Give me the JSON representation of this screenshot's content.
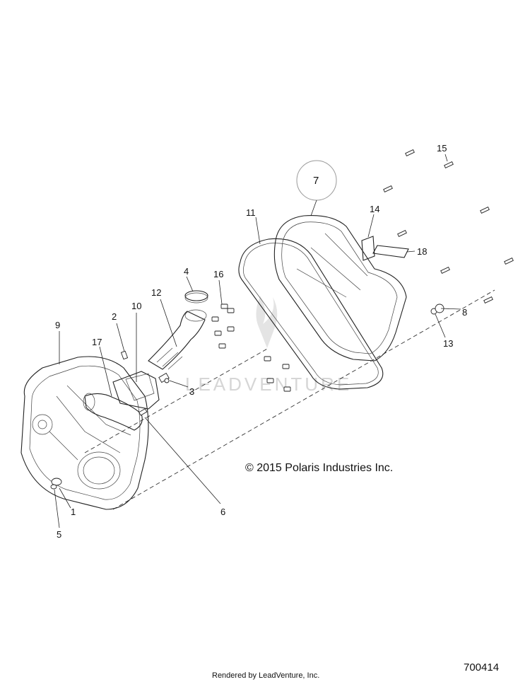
{
  "callouts": [
    {
      "id": "c1",
      "label": "1"
    },
    {
      "id": "c2",
      "label": "2"
    },
    {
      "id": "c3",
      "label": "3"
    },
    {
      "id": "c4",
      "label": "4"
    },
    {
      "id": "c5",
      "label": "5"
    },
    {
      "id": "c6",
      "label": "6"
    },
    {
      "id": "c7",
      "label": "7"
    },
    {
      "id": "c8",
      "label": "8"
    },
    {
      "id": "c9",
      "label": "9"
    },
    {
      "id": "c10",
      "label": "10"
    },
    {
      "id": "c11",
      "label": "11"
    },
    {
      "id": "c12",
      "label": "12"
    },
    {
      "id": "c13",
      "label": "13"
    },
    {
      "id": "c14",
      "label": "14"
    },
    {
      "id": "c15",
      "label": "15"
    },
    {
      "id": "c16",
      "label": "16"
    },
    {
      "id": "c17",
      "label": "17"
    },
    {
      "id": "c18",
      "label": "18"
    }
  ],
  "copyright": "© 2015 Polaris Industries Inc.",
  "watermark": "LEADVENTURE",
  "footer": "Rendered by LeadVenture, Inc.",
  "drawing_number": "700414"
}
